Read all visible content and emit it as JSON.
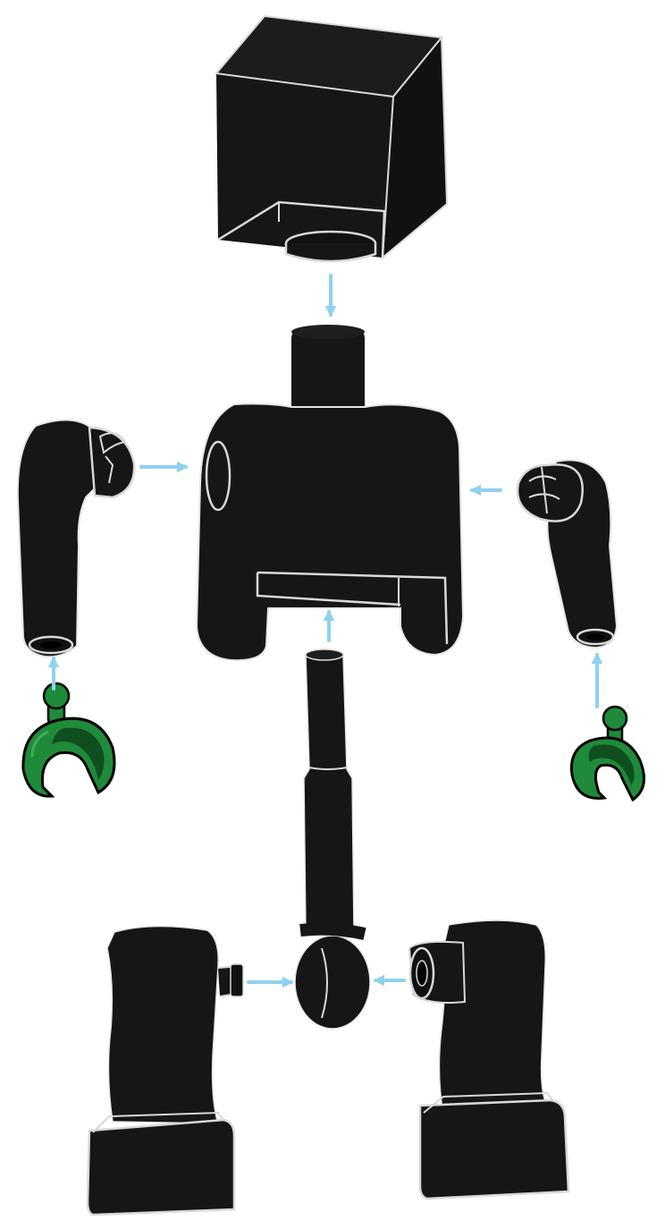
{
  "diagram": {
    "parts": [
      "head",
      "torso",
      "left-arm",
      "right-arm",
      "left-hand",
      "right-hand",
      "hip-connector",
      "left-leg",
      "right-leg"
    ],
    "connections": [
      {
        "from": "head",
        "to": "torso"
      },
      {
        "from": "left-arm",
        "to": "torso"
      },
      {
        "from": "right-arm",
        "to": "torso"
      },
      {
        "from": "left-hand",
        "to": "left-arm"
      },
      {
        "from": "right-hand",
        "to": "right-arm"
      },
      {
        "from": "hip-connector",
        "to": "torso"
      },
      {
        "from": "left-leg",
        "to": "hip-connector"
      },
      {
        "from": "right-leg",
        "to": "hip-connector"
      }
    ]
  },
  "colors": {
    "body": "#161616",
    "outline": "#d8d8d8",
    "arrow": "#8fd1ef",
    "hand": "#1f8a3a",
    "hand_dark": "#0f4f1f",
    "hand_light": "#3fae55"
  }
}
